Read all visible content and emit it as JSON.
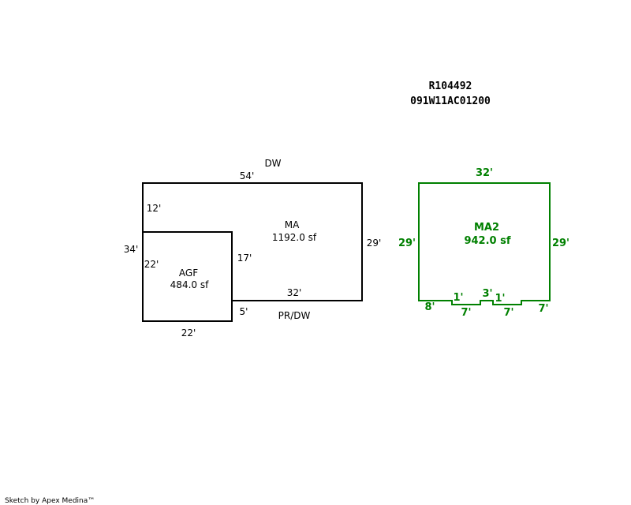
{
  "header": {
    "parcel_id": "R104492",
    "map_number": "091W11AC01200"
  },
  "main_structure": {
    "top_label": "DW",
    "top_dim": "54'",
    "left_upper_dim": "12'",
    "left_outer_dim": "34'",
    "right_dim": "29'",
    "ma_name": "MA",
    "ma_area": "1192.0 sf",
    "agf_name": "AGF",
    "agf_area": "484.0 sf",
    "agf_left_dim": "22'",
    "agf_right_dim": "17'",
    "agf_bottom_dim": "22'",
    "step_dim": "32'",
    "step_side_dim": "5'",
    "bottom_label": "PR/DW"
  },
  "ma2_structure": {
    "color": "#008000",
    "name": "MA2",
    "area": "942.0 sf",
    "top_dim": "32'",
    "left_dim": "29'",
    "right_dim": "29'",
    "seg_1": "8'",
    "jog_1": "1'",
    "seg_2": "7'",
    "jog_2": "3'",
    "jog_3": "1'",
    "seg_3": "7'",
    "seg_4": "7'"
  },
  "footer": {
    "credit": "Sketch by Apex Medina™"
  }
}
